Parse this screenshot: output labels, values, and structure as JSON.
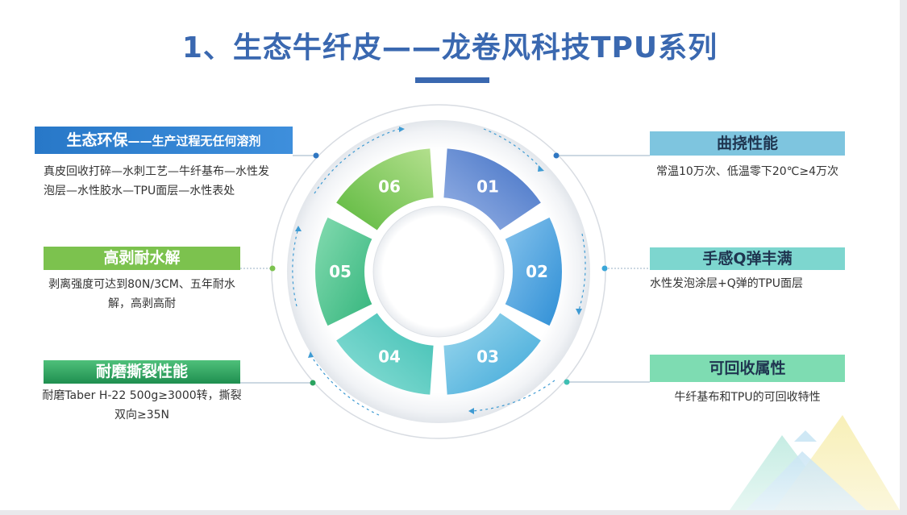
{
  "slide": {
    "title": "1、生态牛纤皮——龙卷风科技TPU系列",
    "colors": {
      "title": "#3a68b0",
      "blue": "#2f77c2",
      "green": "#7cc24e",
      "dark_green": "#2aa35f",
      "light_blue": "#7ec5df",
      "teal": "#7dd6cf",
      "mint": "#7edcb2"
    },
    "segments": [
      "01",
      "02",
      "03",
      "04",
      "05",
      "06"
    ],
    "features": {
      "eco": {
        "title": "生态环保",
        "subtitle": "——生产过程无任何溶剂",
        "desc": "真皮回收打碎—水刺工艺—牛纤基布—水性发泡层—水性胶水—TPU面层—水性表处"
      },
      "peel": {
        "title": "高剥耐水解",
        "desc": "剥离强度可达到80N/3CM、五年耐水解，高剥高耐"
      },
      "wear": {
        "title": "耐磨撕裂性能",
        "desc": "耐磨Taber H-22 500g≥3000转，撕裂双向≥35N"
      },
      "flex": {
        "title": "曲挠性能",
        "desc": "常温10万次、低温零下20℃≥4万次"
      },
      "feel": {
        "title": "手感Q弹丰满",
        "desc": "水性发泡涂层+Q弹的TPU面层"
      },
      "recycle": {
        "title": "可回收属性",
        "desc": "牛纤基布和TPU的可回收特性"
      }
    }
  }
}
